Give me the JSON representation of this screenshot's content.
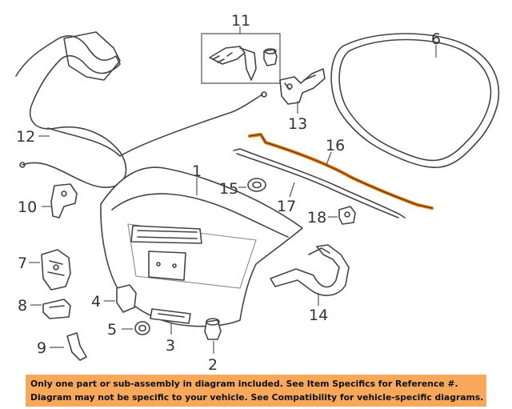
{
  "callouts": {
    "c1": "1",
    "c2": "2",
    "c3": "3",
    "c4": "4",
    "c5": "5",
    "c6": "6",
    "c7": "7",
    "c8": "8",
    "c9": "9",
    "c10": "10",
    "c11": "11",
    "c12": "12",
    "c13": "13",
    "c14": "14",
    "c15": "15",
    "c16": "16",
    "c17": "17",
    "c18": "18"
  },
  "highlighted_part": "16",
  "colors": {
    "banner": "#f7a85a",
    "highlight": "#e07a10",
    "line_art": "#444444"
  },
  "disclaimer": {
    "line1": "Only one part or sub-assembly in diagram included. See Item Specifics for Reference #.",
    "line2": "Diagram may not be specific to your vehicle. See Compatibility for vehicle-specific diagrams."
  }
}
